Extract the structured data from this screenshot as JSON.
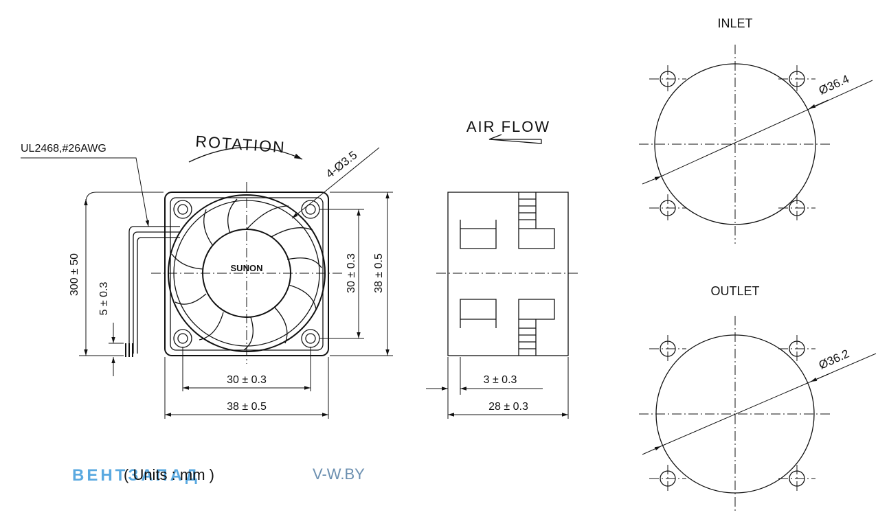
{
  "labels": {
    "inlet": "INLET",
    "outlet": "OUTLET",
    "rotation": "ROTATION",
    "air_flow": "AIR FLOW",
    "cable": "UL2468,#26AWG",
    "holes": "4-Ø3.5",
    "brand": "SUNON",
    "inlet_diameter": "Ø36.4",
    "outlet_diameter": "Ø36.2",
    "units": "( Units : mm )"
  },
  "dimensions": {
    "lead_length": "300 ± 50",
    "strip_length": "5 ± 0.3",
    "hole_pitch_v": "30 ± 0.3",
    "frame_height": "38 ± 0.5",
    "hole_pitch_h": "30 ± 0.3",
    "frame_width": "38 ± 0.5",
    "flange": "3 ± 0.3",
    "depth": "28 ± 0.3"
  },
  "watermark": {
    "name": "ВЕНТЗАПАД",
    "site": "V-W.BY",
    "color": "#5aa9e0"
  }
}
